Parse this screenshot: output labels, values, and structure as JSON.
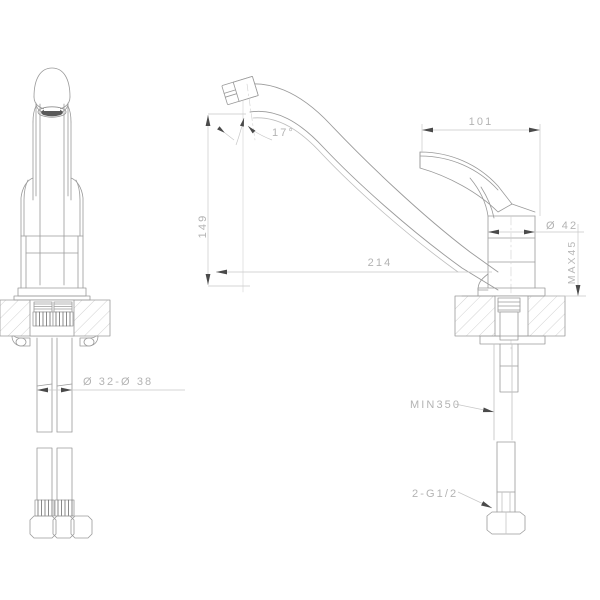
{
  "drawing": {
    "title": "Single lever basin mixer tap — technical drawing",
    "views": [
      {
        "name": "front-view",
        "label": ""
      },
      {
        "name": "side-view",
        "label": ""
      }
    ],
    "line_color": "#9a9a9a",
    "hatch_color": "#c9c9c9",
    "dim_color": "#c0c0c0",
    "text_color": "#b3b3b3",
    "background": "#ffffff"
  },
  "dimensions": {
    "height_149": "149",
    "angle_17": "17°",
    "reach_214": "214",
    "handle_101": "101",
    "body_dia_42": "Ø 42",
    "max_thickness_45": "MAX45",
    "hole_dia_32_38": "Ø 32-Ø 38",
    "hose_min_350": "MIN350",
    "thread_2_g12": "2-G1/2"
  }
}
